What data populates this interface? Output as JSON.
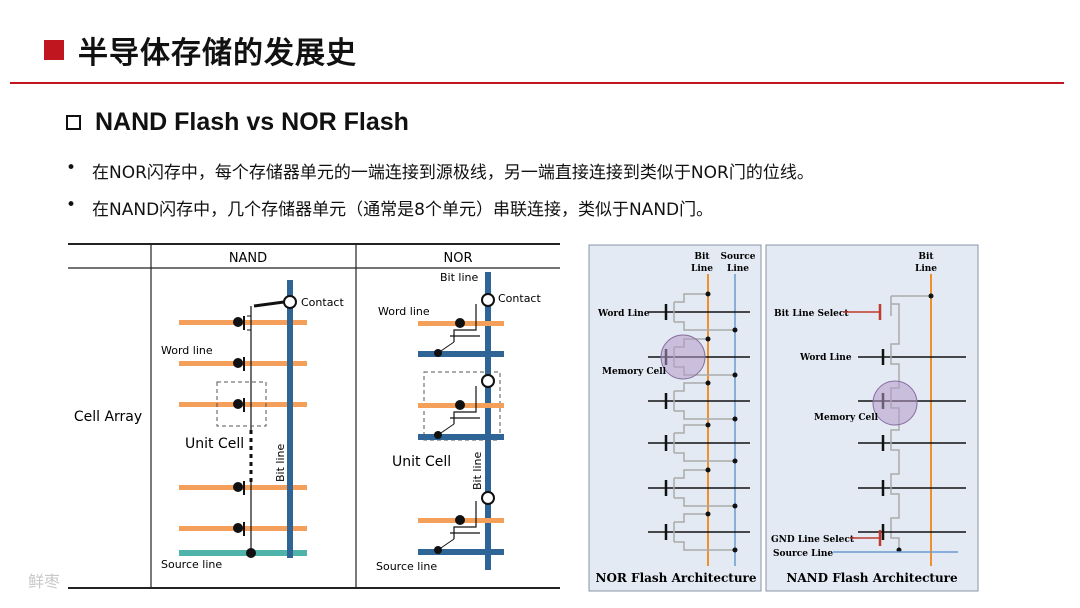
{
  "page": {
    "title": "半导体存储的发展史",
    "subtitle": "NAND Flash vs NOR Flash",
    "bullets": [
      "在NOR闪存中，每个存储器单元的一端连接到源极线，另一端直接连接到类似于NOR门的位线。",
      "在NAND闪存中，几个存储器单元（通常是8个单元）串联连接，类似于NAND门。"
    ],
    "accent_color": "#c0161f",
    "watermark": "鲜枣"
  },
  "table": {
    "col_nand": "NAND",
    "col_nor": "NOR",
    "row_label": "Cell Array",
    "nand": {
      "contact": "Contact",
      "word_line": "Word line",
      "unit_cell": "Unit Cell",
      "bit_line": "Bit line",
      "source_line": "Source line"
    },
    "nor": {
      "bit_line_top": "Bit line",
      "contact": "Contact",
      "word_line": "Word line",
      "unit_cell": "Unit Cell",
      "bit_line": "Bit line",
      "source_line": "Source line"
    },
    "colors": {
      "word_line": "#f5a05a",
      "bit_line": "#2f6496",
      "source_line": "#4fb3a9"
    }
  },
  "nor_arch": {
    "bit_line_1": "Bit",
    "bit_line_2": "Line",
    "source_line_1": "Source",
    "source_line_2": "Line",
    "word_line": "Word Line",
    "memory_cell": "Memory Cell",
    "caption": "NOR Flash Architecture"
  },
  "nand_arch": {
    "bit_line_1": "Bit",
    "bit_line_2": "Line",
    "bit_line_select": "Bit Line Select",
    "word_line": "Word Line",
    "memory_cell": "Memory Cell",
    "gnd_line_select": "GND Line Select",
    "source_line": "Source Line",
    "caption": "NAND Flash Architecture"
  }
}
